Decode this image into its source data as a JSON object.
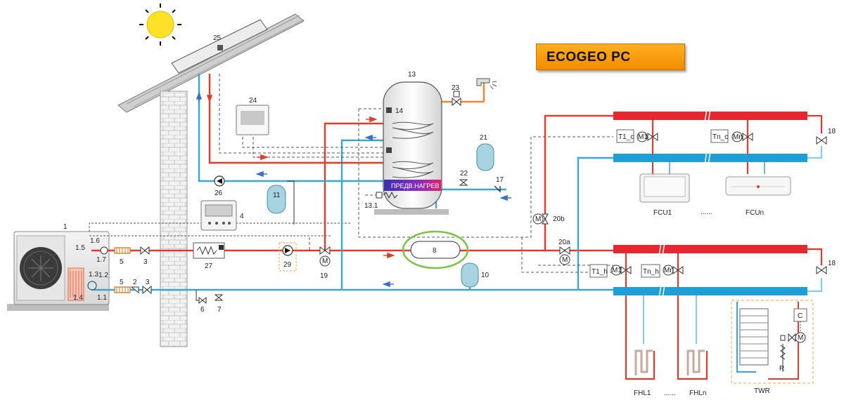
{
  "title": "ECOGEO PC",
  "tank_heater_label": "ПРЕДВ.НАГРЕВ",
  "colors": {
    "hot_line": "#e53a2b",
    "cold_line": "#3ba6d6",
    "collector_hot": "#e8262e",
    "collector_cold": "#1e9fd8",
    "title_bg": "#f7a21b",
    "highlight_ring": "#7cc242",
    "dashed_box": "#f2a640"
  },
  "labels": {
    "n1": "1",
    "n1_1": "1.1",
    "n1_2": "1.2",
    "n1_3": "1.3",
    "n1_4": "1.4",
    "n1_5": "1.5",
    "n1_6": "1.6",
    "n1_7": "1.7",
    "n2": "2",
    "n3a": "3",
    "n3b": "3",
    "n4": "4",
    "n5a": "5",
    "n5b": "5",
    "n6": "6",
    "n7": "7",
    "n8": "8",
    "n10": "10",
    "n11": "11",
    "n13": "13",
    "n13_1": "13.1",
    "n14": "14",
    "n17": "17",
    "n18a": "18",
    "n18b": "18",
    "n19": "19",
    "n20a": "20a",
    "n20b": "20b",
    "n21": "21",
    "n22": "22",
    "n23": "23",
    "n24": "24",
    "n25": "25",
    "n26": "26",
    "n27": "27",
    "n29": "29"
  },
  "valve_tags": {
    "t1c": "T1_c",
    "tnc": "Tn_c",
    "t1h": "T1_h",
    "tnh": "Tn_h",
    "m1a": "M1",
    "mna": "Mn",
    "m1b": "M1",
    "mnb": "Mn",
    "m19": "M",
    "m20a": "M",
    "m20b": "M",
    "mtwr": "M",
    "c_box": "C",
    "r_label": "R"
  },
  "terminals": {
    "fcu1": "FCU1",
    "fcu_dots": "......",
    "fcun": "FCUn",
    "fhl1": "FHL1",
    "fhl_dots": "......",
    "fhln": "FHLn",
    "twr": "TWR"
  }
}
